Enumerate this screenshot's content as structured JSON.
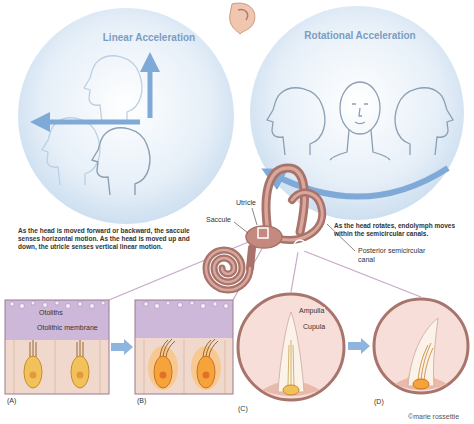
{
  "diagram": {
    "nodes": [
      {
        "text": [
          "Linear Acceleration"
        ]
      },
      {
        "text": [
          "Rotational Acceleration"
        ]
      },
      {
        "text": [
          "(A)"
        ]
      },
      {
        "text": [
          "(B)"
        ]
      },
      {
        "text": [
          "(C)"
        ]
      },
      {
        "text": [
          "(D)"
        ]
      }
    ],
    "edges": [
      {
        "from": 2,
        "to": 3,
        "arrow": "to"
      },
      {
        "from": 4,
        "to": 5,
        "arrow": "to"
      }
    ],
    "labels": [
      "As the head is moved forward or backward, the saccule senses horizontal motion. As the head is moved up and down, the utricle senses vertical linear motion.",
      "As the head rotates, endolymph moves within the semicircular canals.",
      "Utricle",
      "Saccule",
      "Posterior semicircular canal",
      "Otoliths",
      "Otolithic membrane",
      "Ampulla",
      "Cupula",
      "©marie rossettie"
    ]
  }
}
